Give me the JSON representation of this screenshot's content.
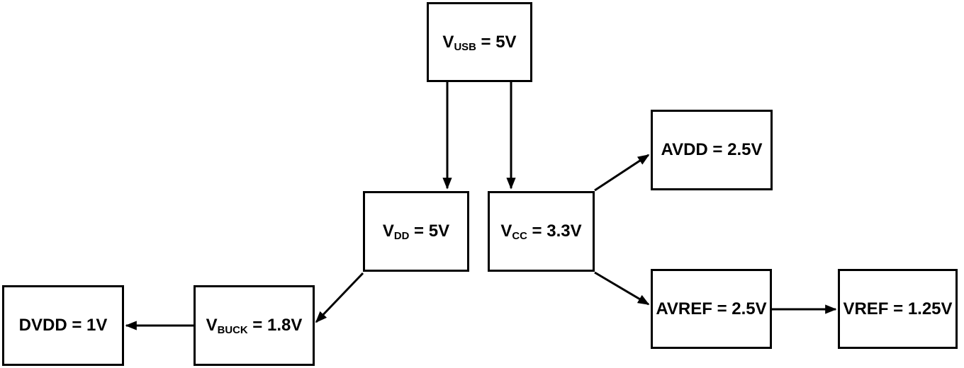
{
  "diagram": {
    "type": "power-tree-block-diagram",
    "colors": {
      "line": "#000000",
      "text": "#000000",
      "box_border": "#000000",
      "background": "#ffffff"
    },
    "nodes": {
      "vusb": {
        "pre": "V",
        "sub": "USB",
        "post": " = 5V",
        "full_label": "VUSB = 5V"
      },
      "vdd": {
        "pre": "V",
        "sub": "DD",
        "post": " = 5V",
        "full_label": "VDD = 5V"
      },
      "vcc": {
        "pre": "V",
        "sub": "CC",
        "post": " = 3.3V",
        "full_label": "VCC = 3.3V"
      },
      "avdd": {
        "pre": "AVDD = 2.5V",
        "sub": "",
        "post": "",
        "full_label": "AVDD = 2.5V"
      },
      "avref": {
        "pre": "AVREF = 2.5V",
        "sub": "",
        "post": "",
        "full_label": "AVREF = 2.5V"
      },
      "vref": {
        "pre": "VREF = 1.25V",
        "sub": "",
        "post": "",
        "full_label": "VREF = 1.25V"
      },
      "vbuck": {
        "pre": "V",
        "sub": "BUCK",
        "post": " = 1.8V",
        "full_label": "VBUCK = 1.8V"
      },
      "dvdd": {
        "pre": "DVDD = 1V",
        "sub": "",
        "post": "",
        "full_label": "DVDD = 1V"
      }
    },
    "edges": [
      {
        "from": "VUSB",
        "to": "VDD"
      },
      {
        "from": "VUSB",
        "to": "VCC"
      },
      {
        "from": "VCC",
        "to": "AVDD"
      },
      {
        "from": "VCC",
        "to": "AVREF"
      },
      {
        "from": "VDD",
        "to": "VBUCK"
      },
      {
        "from": "AVREF",
        "to": "VREF"
      },
      {
        "from": "VBUCK",
        "to": "DVDD"
      }
    ]
  }
}
